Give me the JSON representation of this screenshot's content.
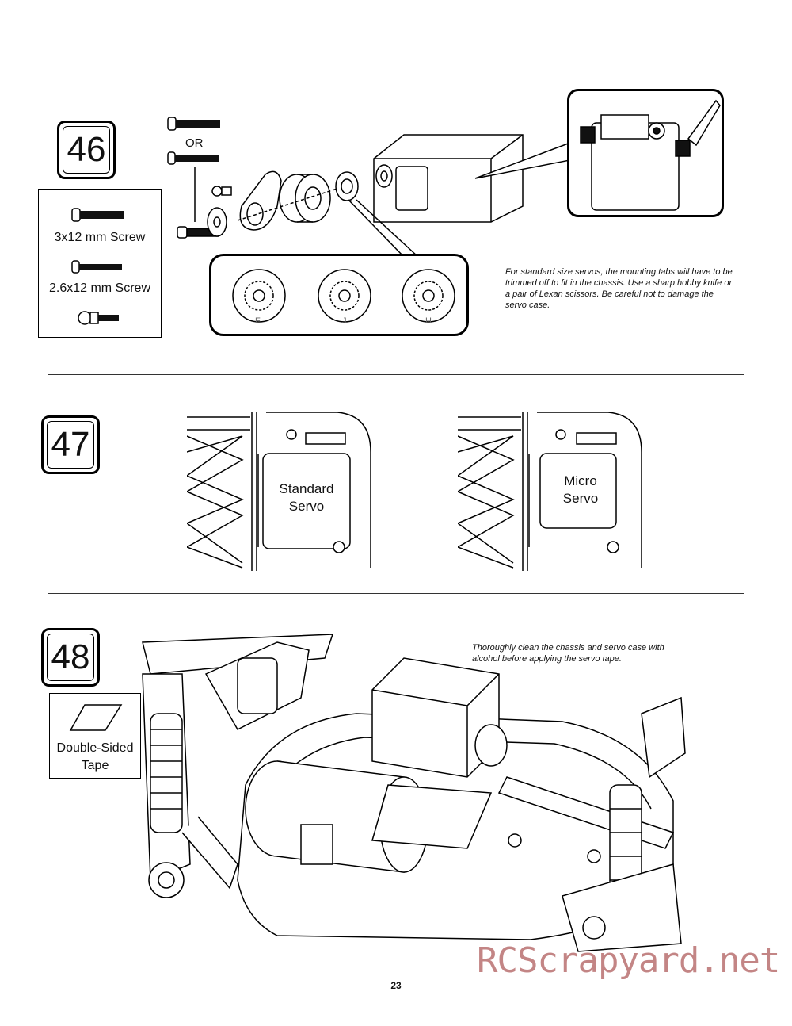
{
  "steps": {
    "s46": {
      "number": "46",
      "or_label": "OR",
      "legend": {
        "screw1": "3x12 mm Screw",
        "screw2": "2.6x12 mm Screw"
      },
      "spline_labels": [
        "F",
        "J",
        "H"
      ],
      "note": "For standard size servos, the mounting tabs will have to be trimmed off to fit in the chassis. Use a sharp hobby knife or a pair of Lexan scissors. Be careful not to damage the servo case."
    },
    "s47": {
      "number": "47",
      "left_label_1": "Standard",
      "left_label_2": "Servo",
      "right_label_1": "Micro",
      "right_label_2": "Servo"
    },
    "s48": {
      "number": "48",
      "tape_1": "Double-Sided",
      "tape_2": "Tape",
      "note": "Thoroughly clean the chassis and servo case with alcohol before applying the servo tape."
    }
  },
  "page_number": "23",
  "watermark": "RCScrapyard.net"
}
